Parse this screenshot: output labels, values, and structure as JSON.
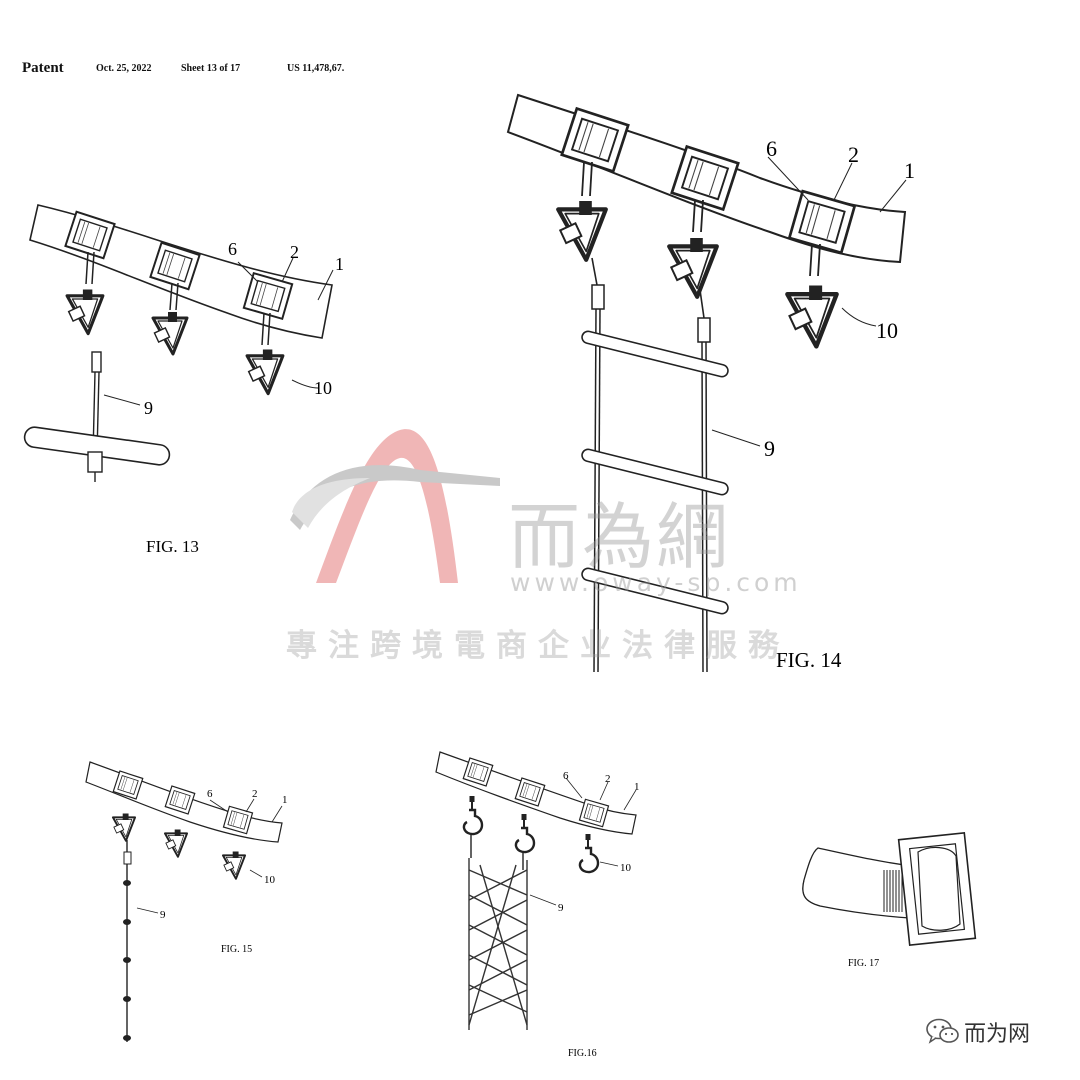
{
  "header": {
    "patent_label": "Patent",
    "date": "Oct. 25, 2022",
    "sheet": "Sheet 13 of 17",
    "patent_number": "US 11,478,67."
  },
  "figures": {
    "fig13": {
      "caption": "FIG. 13",
      "ref_6": "6",
      "ref_2": "2",
      "ref_1": "1",
      "ref_10": "10",
      "ref_9": "9"
    },
    "fig14": {
      "caption": "FIG. 14",
      "ref_6": "6",
      "ref_2": "2",
      "ref_1": "1",
      "ref_10": "10",
      "ref_9": "9"
    },
    "fig15": {
      "caption": "FIG. 15",
      "ref_6": "6",
      "ref_2": "2",
      "ref_1": "1",
      "ref_10": "10",
      "ref_9": "9"
    },
    "fig16": {
      "caption": "FIG.16",
      "ref_6": "6",
      "ref_2": "2",
      "ref_1": "1",
      "ref_10": "10",
      "ref_9": "9"
    },
    "fig17": {
      "caption": "FIG. 17"
    }
  },
  "watermark": {
    "brand_cn": "而為網",
    "url": "www.oway-sp.com",
    "slogan": "專注跨境電商企业法律服務",
    "logo_color": "#e06a6a"
  },
  "account": {
    "name": "而为网",
    "icon": "wechat-icon"
  }
}
